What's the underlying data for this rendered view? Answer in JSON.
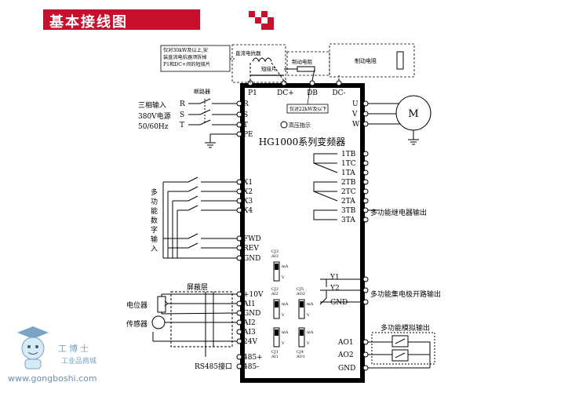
{
  "header": {
    "title": "基本接线图"
  },
  "notes": {
    "large_power": "仅对30kW及以上,安装直流电抗器须拆掉P1和DC+间的短接片",
    "dc_reactor": "直流电抗器",
    "short_piece": "短接片",
    "brake_resistor_int": "制动电阻",
    "brake_resistor_ext": "制动电阻",
    "small_power": "仅对22kW及以下",
    "hv_indicator": "高压指示"
  },
  "power_input": {
    "label1": "三相输入",
    "label2": "380V电源",
    "label3": "50/60Hz",
    "breaker": "断路器",
    "phases": [
      "R",
      "S",
      "T"
    ]
  },
  "drive": {
    "title": "HG1000系列变频器"
  },
  "terminals": {
    "bus": [
      "P1",
      "DC+",
      "DB",
      "DC-"
    ],
    "input": [
      "R",
      "S",
      "T",
      "PE"
    ],
    "digital": [
      "X1",
      "X2",
      "X3",
      "X4",
      "FWD",
      "REV",
      "GND"
    ],
    "analog": [
      "+10V",
      "AI1",
      "GND",
      "AI2",
      "AI3",
      "24V",
      "485+",
      "485-"
    ],
    "output": [
      "U",
      "V",
      "W"
    ],
    "relay": [
      "1TB",
      "1TC",
      "1TA",
      "2TB",
      "2TC",
      "2TA",
      "3TB",
      "3TA"
    ],
    "oc": [
      "Y1",
      "Y2",
      "GND"
    ],
    "ao": [
      "AO1",
      "AO2",
      "GND"
    ]
  },
  "labels": {
    "motor": "M",
    "digital_inputs": "多功能数字输入",
    "relay_output": "多功能继电器输出",
    "oc_output": "多功能集电极开路输出",
    "analog_output": "多功能模拟输出",
    "shield": "屏蔽层",
    "potentiometer": "电位器",
    "sensor": "传感器",
    "rs485": "RS485接口"
  },
  "jumpers": [
    {
      "id": "CJ3",
      "sig": "AI3",
      "mA": "mA",
      "V": "V"
    },
    {
      "id": "CJ2",
      "sig": "AI2",
      "mA": "mA",
      "V": "V"
    },
    {
      "id": "CJ1",
      "sig": "AI1",
      "mA": "mA",
      "V": "V"
    },
    {
      "id": "CJ5",
      "sig": "AO2",
      "mA": "mA",
      "V": "V"
    },
    {
      "id": "CJ4",
      "sig": "AO1",
      "mA": "mA",
      "V": "V"
    }
  ],
  "watermark": {
    "brand": "工博士",
    "sub": "工业品商城",
    "url": "www.gongboshi.com"
  }
}
